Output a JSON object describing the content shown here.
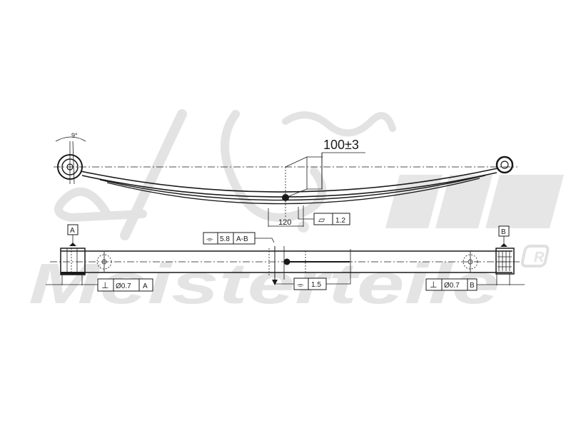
{
  "drawing": {
    "subject": "Leaf spring technical drawing",
    "colors": {
      "line": "#1a1a1a",
      "watermark": "#e4e4e4",
      "background": "#ffffff"
    }
  },
  "side_view": {
    "angle_label": "9°",
    "height_dimension": "100±3",
    "center_length_dimension": "120",
    "flatness_tolerance": {
      "symbol": "▱",
      "value": "1.2"
    }
  },
  "top_view": {
    "datum_a": "A",
    "datum_b": "B",
    "symmetry_tolerance_main": {
      "symbol": "⌯",
      "value": "5.8",
      "datum": "A-B"
    },
    "symmetry_tolerance_center": {
      "symbol": "⌯",
      "value": "1.5"
    },
    "perpendicularity_a": {
      "symbol": "⊥",
      "value": "Ø0.7",
      "datum": "A"
    },
    "perpendicularity_b": {
      "symbol": "⊥",
      "value": "Ø0.7",
      "datum": "B"
    }
  },
  "watermark": {
    "logo_text": "A.M.",
    "brand_text": "Meisterteile",
    "registered_mark": "R"
  }
}
